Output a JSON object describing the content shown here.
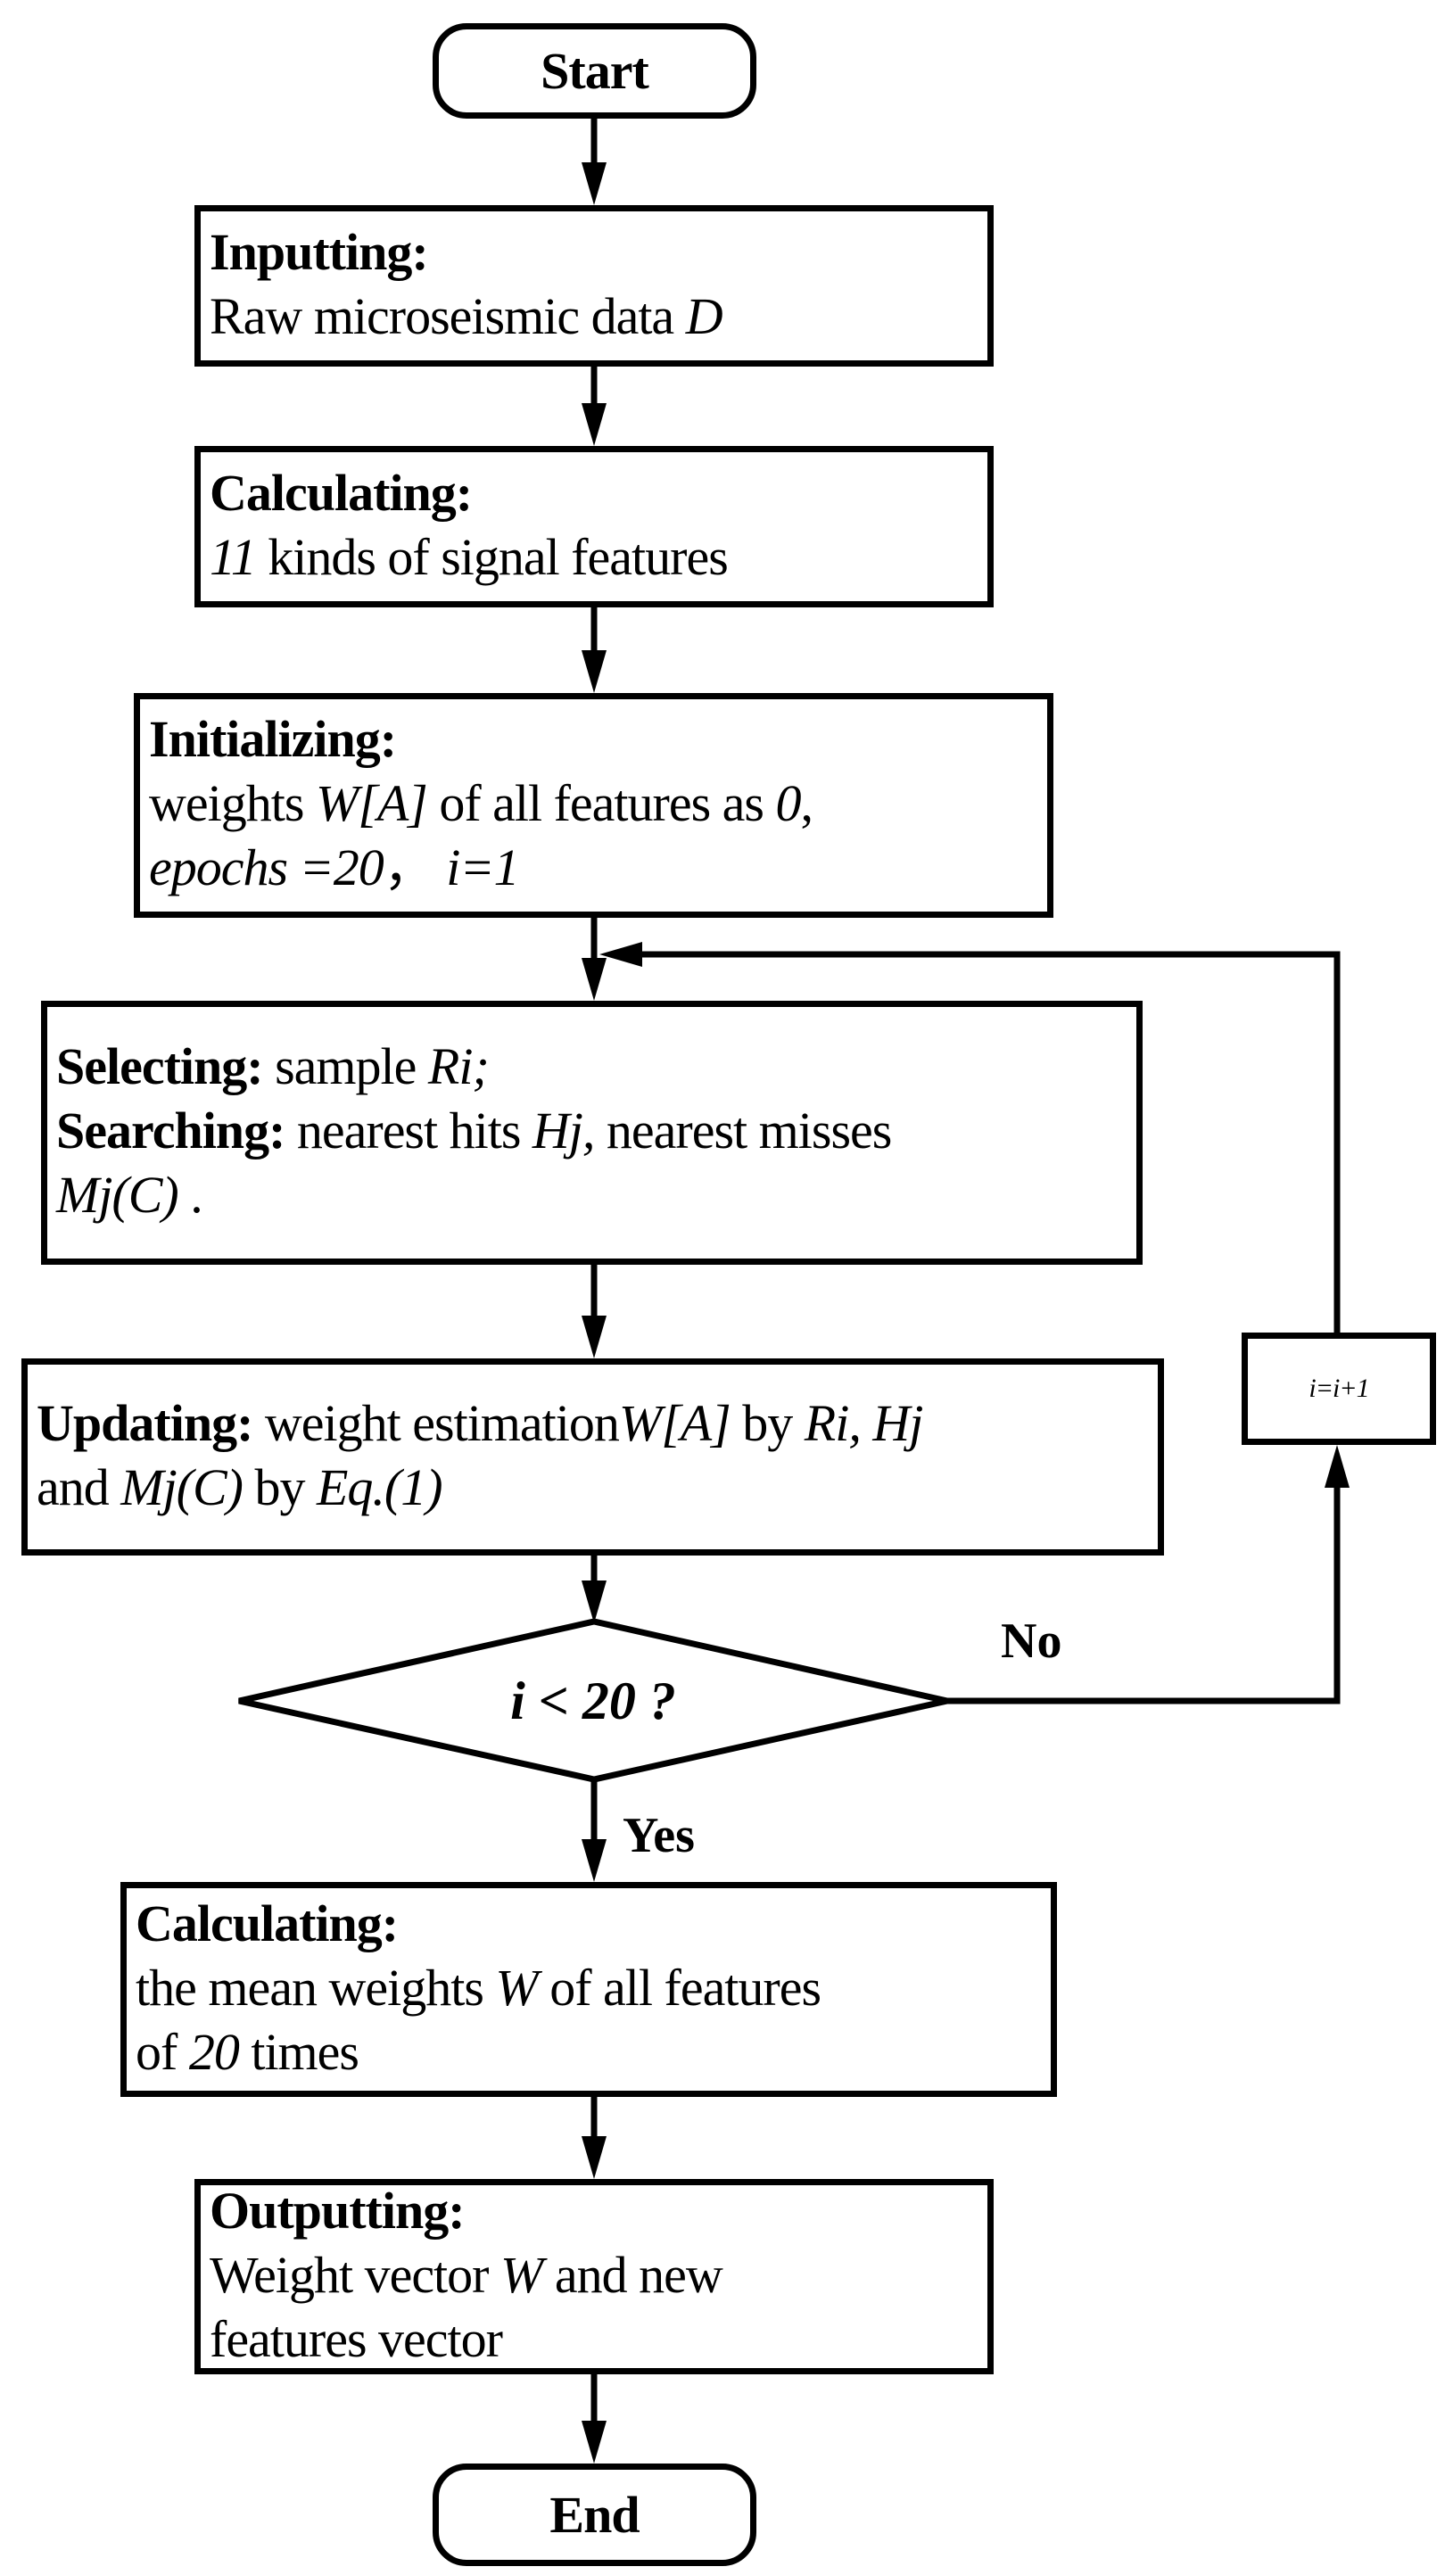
{
  "start": "Start",
  "end": "End",
  "steps": {
    "input": [
      [
        {
          "t": "Inputting:",
          "s": "b"
        }
      ],
      [
        {
          "t": "Raw microseismic data "
        },
        {
          "t": "D",
          "s": "i"
        }
      ]
    ],
    "calc_features": [
      [
        {
          "t": "Calculating:",
          "s": "b"
        }
      ],
      [
        {
          "t": "11",
          "s": "i"
        },
        {
          "t": " kinds of signal features"
        }
      ]
    ],
    "init": [
      [
        {
          "t": "Initializing:",
          "s": "b"
        }
      ],
      [
        {
          "t": "weights "
        },
        {
          "t": "W[A]",
          "s": "i"
        },
        {
          "t": " of all features as "
        },
        {
          "t": "0",
          "s": "i"
        },
        {
          "t": ","
        }
      ],
      [
        {
          "t": "epochs =20",
          "s": "i"
        },
        {
          "t": "， "
        },
        {
          "t": "i=1",
          "s": "i"
        }
      ]
    ],
    "select": [
      [
        {
          "t": "Selecting:",
          "s": "b"
        },
        {
          "t": " sample "
        },
        {
          "t": "Ri;",
          "s": "i"
        }
      ],
      [
        {
          "t": "Searching:",
          "s": "b"
        },
        {
          "t": " nearest hits "
        },
        {
          "t": "Hj,",
          "s": "i"
        },
        {
          "t": " nearest misses"
        }
      ],
      [
        {
          "t": "Mj(C)",
          "s": "i"
        },
        {
          "t": " ."
        }
      ]
    ],
    "update": [
      [
        {
          "t": "Updating:",
          "s": "b"
        },
        {
          "t": " weight estimation"
        },
        {
          "t": "W[A]",
          "s": "i"
        },
        {
          "t": " by "
        },
        {
          "t": "Ri, Hj",
          "s": "i"
        }
      ],
      [
        {
          "t": "and "
        },
        {
          "t": "Mj(C)",
          "s": "i"
        },
        {
          "t": " by "
        },
        {
          "t": "Eq.(1)",
          "s": "i"
        }
      ]
    ],
    "calc_mean": [
      [
        {
          "t": "Calculating:",
          "s": "b"
        }
      ],
      [
        {
          "t": "the mean weights "
        },
        {
          "t": "W",
          "s": "i"
        },
        {
          "t": " of all features"
        }
      ],
      [
        {
          "t": "of "
        },
        {
          "t": "20",
          "s": "i"
        },
        {
          "t": " times"
        }
      ]
    ],
    "output": [
      [
        {
          "t": "Outputting:",
          "s": "b"
        }
      ],
      [
        {
          "t": "Weight vector "
        },
        {
          "t": "W",
          "s": "i"
        },
        {
          "t": " and new"
        }
      ],
      [
        {
          "t": "features vector"
        }
      ]
    ]
  },
  "decision": "i < 20 ?",
  "increment": "i=i+1",
  "branch_no": "No",
  "branch_yes": "Yes"
}
